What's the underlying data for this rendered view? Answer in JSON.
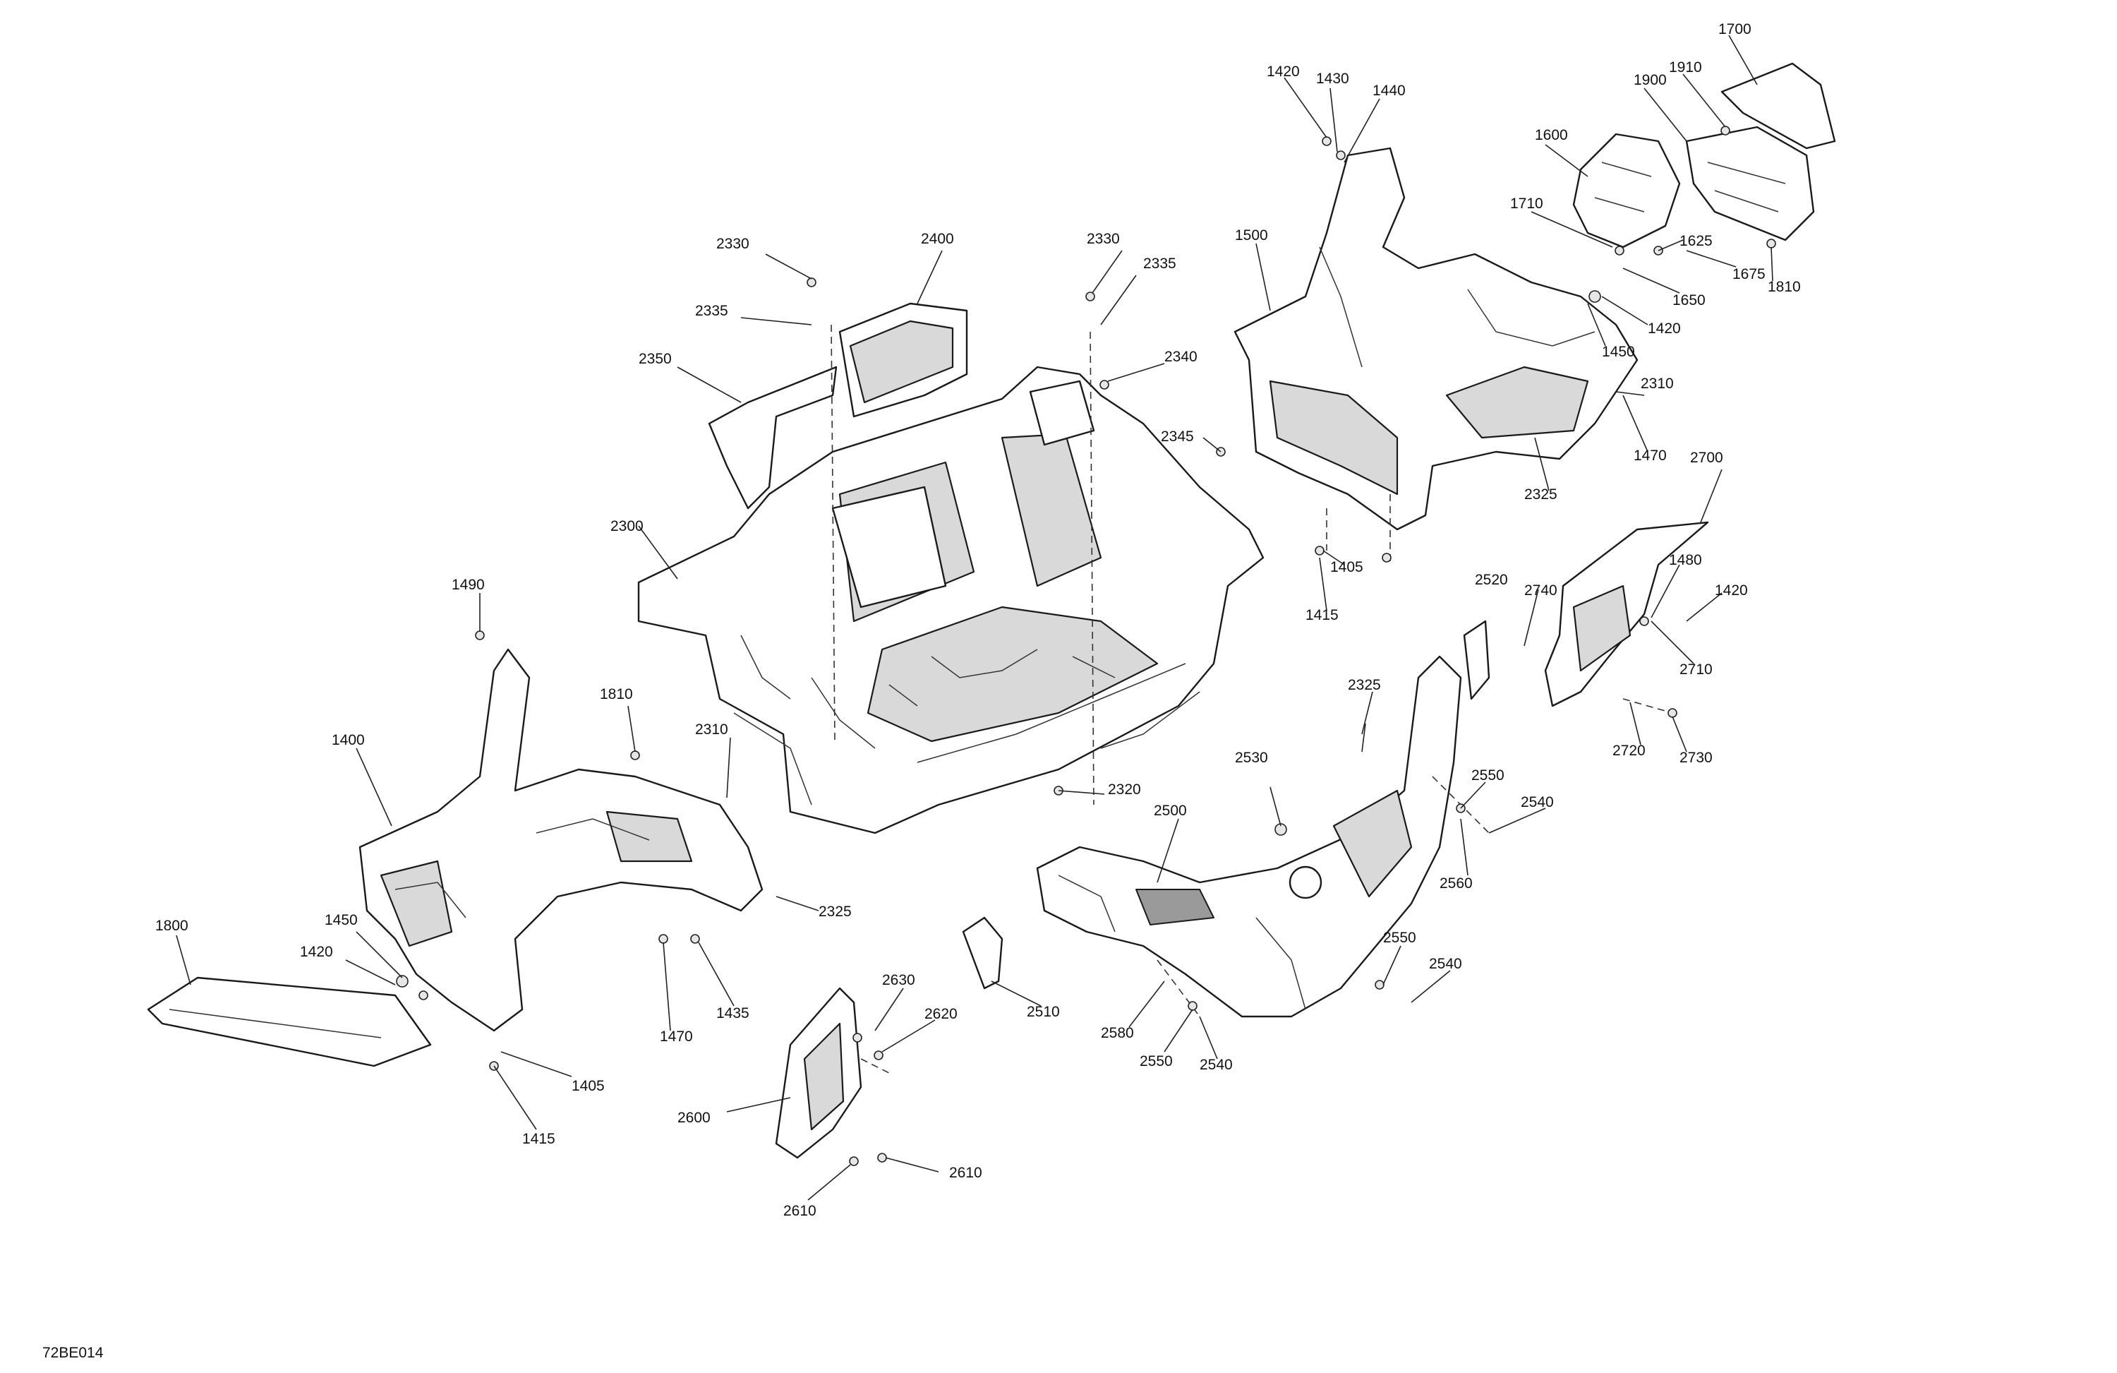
{
  "drawing_code": "72BE014",
  "callouts": [
    "1700",
    "1420",
    "1430",
    "1440",
    "1910",
    "1900",
    "1600",
    "1710",
    "1625",
    "1675",
    "1810",
    "1650",
    "1420",
    "1450",
    "1500",
    "2330",
    "2400",
    "2330",
    "2335",
    "2335",
    "2340",
    "2350",
    "2345",
    "2310",
    "1470",
    "2325",
    "2700",
    "1405",
    "1415",
    "1480",
    "1420",
    "2300",
    "2520",
    "2740",
    "1490",
    "2710",
    "1810",
    "2325",
    "1400",
    "2310",
    "2720",
    "2730",
    "2550",
    "2530",
    "2540",
    "2320",
    "2500",
    "2560",
    "2325",
    "1800",
    "1450",
    "1420",
    "2550",
    "2540",
    "1435",
    "2630",
    "1470",
    "2620",
    "2510",
    "2580",
    "2550",
    "2540",
    "1405",
    "2600",
    "1415",
    "2610",
    "2610"
  ]
}
